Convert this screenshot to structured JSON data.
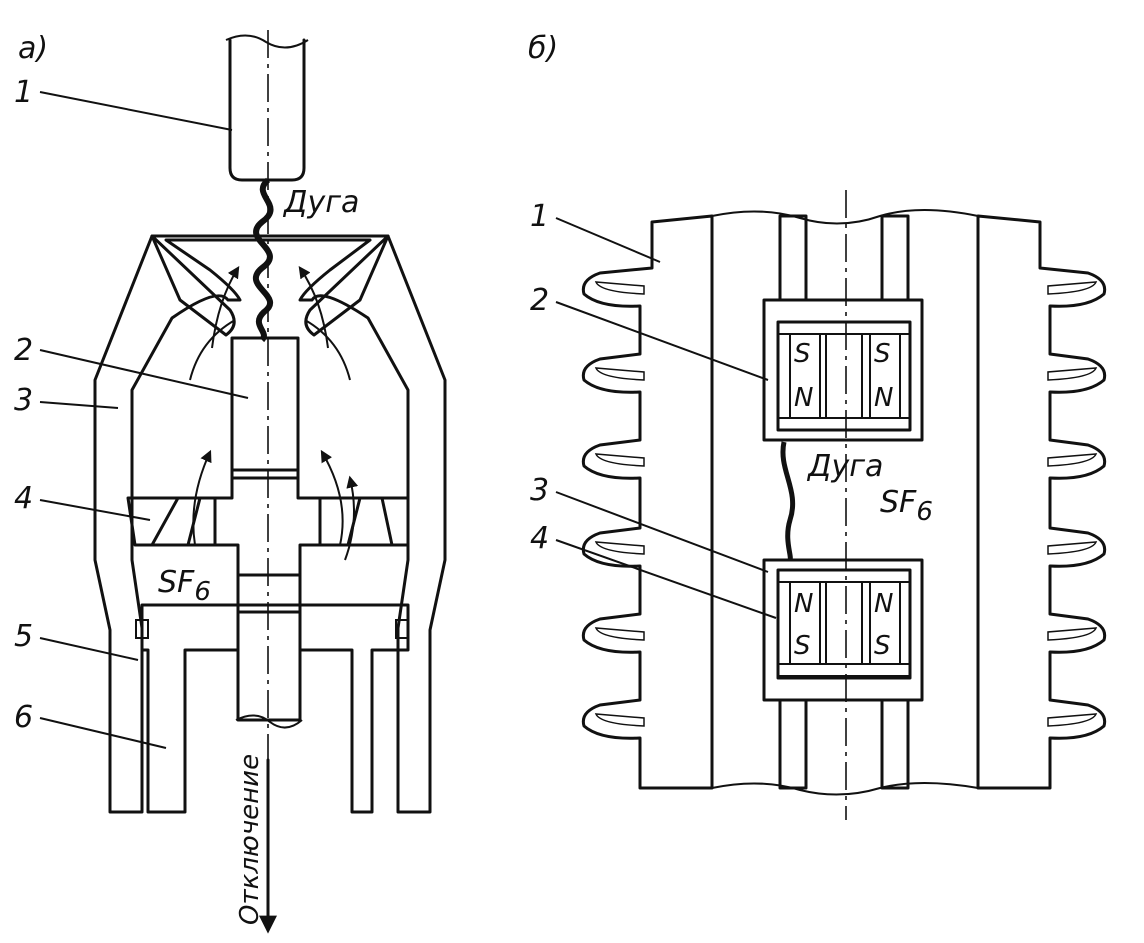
{
  "panel_a": {
    "title": "а)",
    "arc_label": "Дуга",
    "gas_label": "SF",
    "gas_subscript": "6",
    "motion_label": "Отключение",
    "callouts": [
      "1",
      "2",
      "3",
      "4",
      "5",
      "6"
    ]
  },
  "panel_b": {
    "title": "б)",
    "arc_label": "Дуга",
    "gas_label": "SF",
    "gas_subscript": "6",
    "callouts": [
      "1",
      "2",
      "3",
      "4"
    ],
    "pole_upper_top": "S",
    "pole_upper_bottom": "N",
    "pole_lower_top": "N",
    "pole_lower_bottom": "S"
  }
}
